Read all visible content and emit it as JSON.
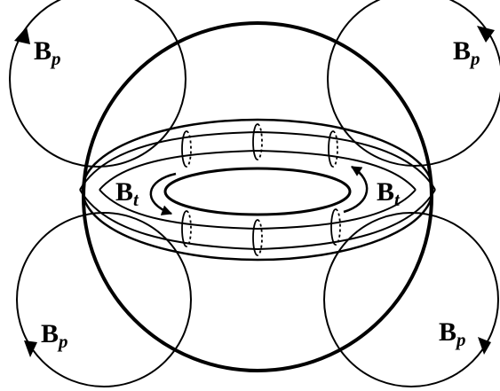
{
  "colors": {
    "stroke": "#000000",
    "background": "#ffffff"
  },
  "labels": {
    "bp_top_left": {
      "main": "B",
      "sub": "p"
    },
    "bp_top_right": {
      "main": "B",
      "sub": "p"
    },
    "bp_bottom_left": {
      "main": "B",
      "sub": "p"
    },
    "bp_bottom_right": {
      "main": "B",
      "sub": "p"
    },
    "bt_left": {
      "main": "B",
      "sub": "t"
    },
    "bt_right": {
      "main": "B",
      "sub": "t"
    }
  }
}
